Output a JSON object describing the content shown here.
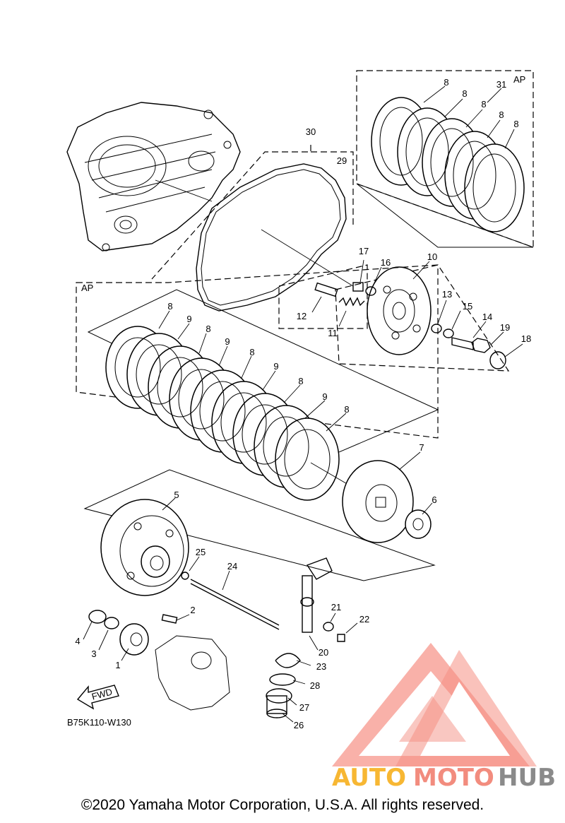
{
  "diagram": {
    "callouts": [
      "1",
      "2",
      "3",
      "4",
      "5",
      "6",
      "7",
      "8",
      "9",
      "10",
      "11",
      "12",
      "13",
      "14",
      "15",
      "16",
      "17",
      "18",
      "19",
      "20",
      "21",
      "22",
      "23",
      "24",
      "25",
      "26",
      "27",
      "28",
      "29",
      "30",
      "31"
    ],
    "ap_label_top": "AP",
    "ap_label_left": "AP",
    "fwd_label": "FWD",
    "drawing_code": "B75K110-W130"
  },
  "watermark": {
    "part1": "AUTO",
    "part2": "MOTO",
    "part3": "HUB",
    "colors": {
      "auto": "#f7b733",
      "moto": "#f28c7e",
      "hub": "#8a8a8a",
      "logo": "#f26b5b"
    }
  },
  "footer": {
    "copyright": "©2020 Yamaha Motor Corporation, U.S.A. All rights reserved."
  }
}
